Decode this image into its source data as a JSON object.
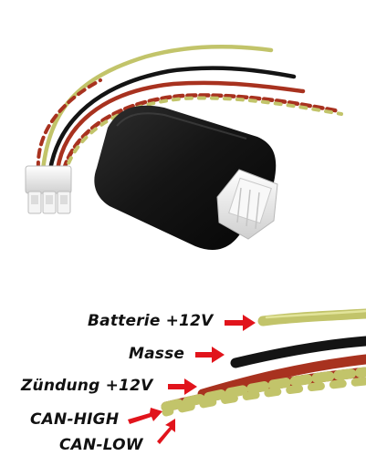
{
  "labels": {
    "batterie": "Batterie +12V",
    "masse": "Masse",
    "zuendung": "Zündung +12V",
    "can_high": "CAN-HIGH",
    "can_low": "CAN-LOW"
  },
  "colors": {
    "wire_yellow": "#c2c46a",
    "wire_black": "#141414",
    "wire_red": "#a8321f",
    "arrow_red": "#e1141c",
    "module_body": "#161616",
    "connector": "#ececec"
  }
}
